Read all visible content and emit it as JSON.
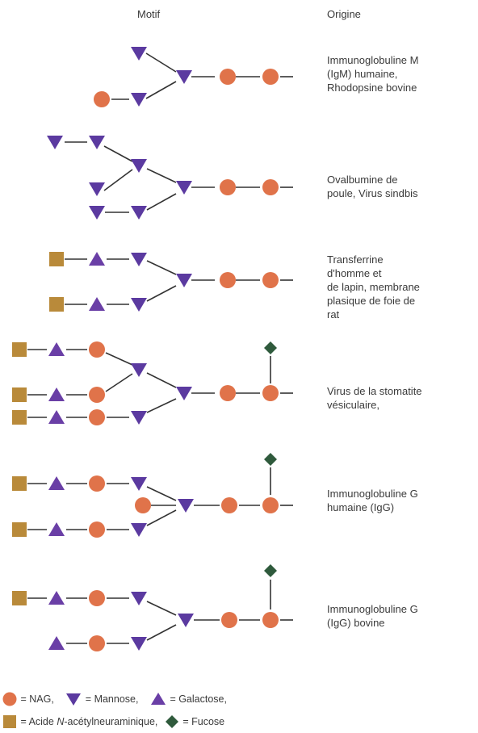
{
  "headers": {
    "motif": "Motif",
    "origine": "Origine"
  },
  "origins": [
    [
      "Immunoglobuline M",
      "(IgM) humaine,",
      "Rhodopsine bovine"
    ],
    [
      "Ovalbumine de",
      "poule, Virus sindbis"
    ],
    [
      "Transferrine",
      "d'homme et",
      "de lapin, membrane",
      "plasique de foie de",
      "rat"
    ],
    [
      "Virus de la stomatite",
      "vésiculaire,"
    ],
    [
      "Immunoglobuline G",
      "humaine (IgG)"
    ],
    [
      "Immunoglobuline G",
      "(IgG) bovine"
    ]
  ],
  "legend": {
    "nag": "= NAG,",
    "mannose": "= Mannose,",
    "galactose": "= Galactose,",
    "acide_prefix": "= Acide ",
    "acide_italic": "N",
    "acide_suffix": "-acétylneuraminique,",
    "fucose": "= Fucose"
  },
  "colors": {
    "nag": "#e0734a",
    "mannose": "#5b3aa0",
    "galactose": "#6a3fa6",
    "sialic": "#b98a3a",
    "fucose": "#2f5a3c",
    "line": "#333333"
  }
}
